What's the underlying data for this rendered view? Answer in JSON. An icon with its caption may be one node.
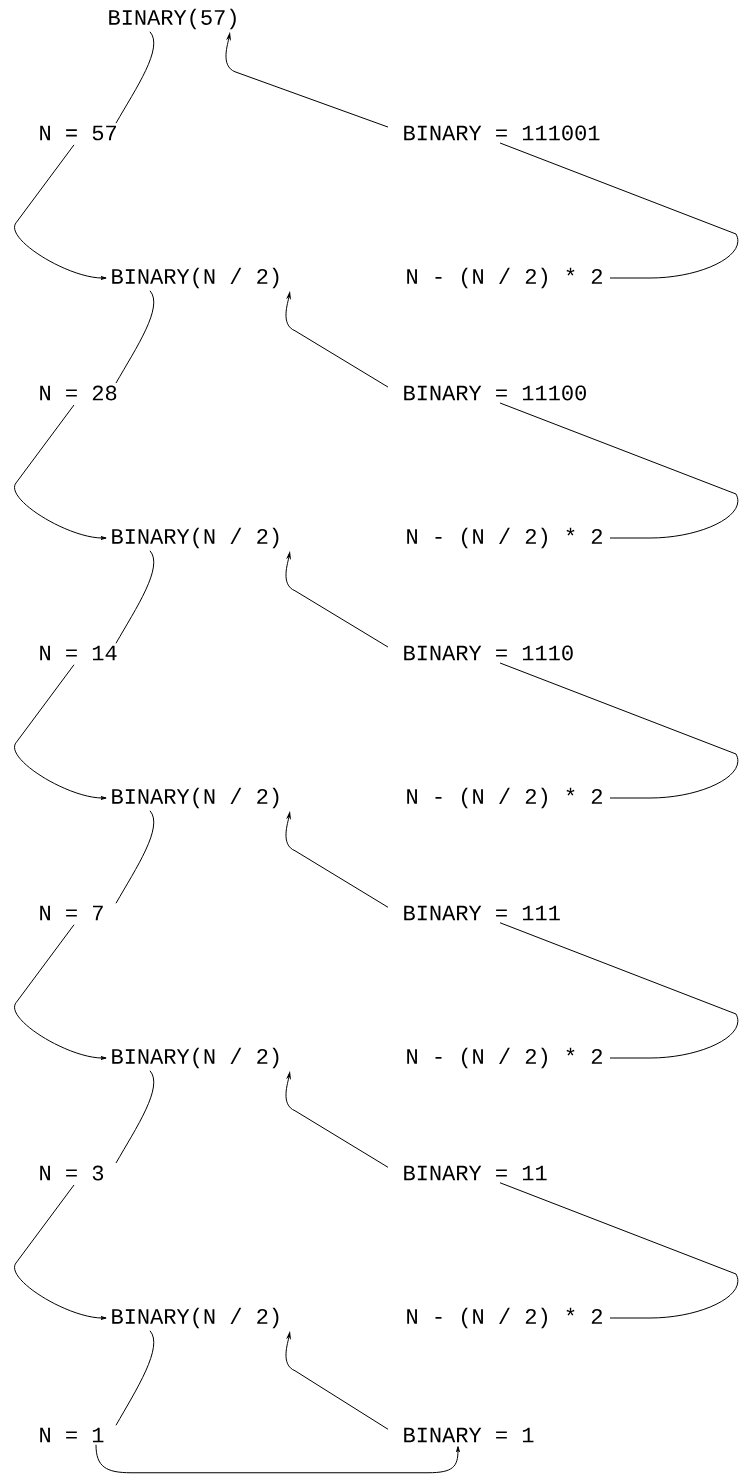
{
  "diagram": {
    "nodes": [
      {
        "text": [
          "BINARY(57)"
        ]
      },
      {
        "text": [
          "N = 57"
        ]
      },
      {
        "text": [
          "BINARY = 111001"
        ]
      },
      {
        "text": [
          "BINARY(N / 2)"
        ]
      },
      {
        "text": [
          "N - (N / 2) * 2"
        ]
      },
      {
        "text": [
          "N = 28"
        ]
      },
      {
        "text": [
          "BINARY = 11100"
        ]
      },
      {
        "text": [
          "BINARY(N / 2)"
        ]
      },
      {
        "text": [
          "N - (N / 2) * 2"
        ]
      },
      {
        "text": [
          "N = 14"
        ]
      },
      {
        "text": [
          "BINARY = 1110"
        ]
      },
      {
        "text": [
          "BINARY(N / 2)"
        ]
      },
      {
        "text": [
          "N - (N / 2) * 2"
        ]
      },
      {
        "text": [
          "N = 7"
        ]
      },
      {
        "text": [
          "BINARY = 111"
        ]
      },
      {
        "text": [
          "BINARY(N / 2)"
        ]
      },
      {
        "text": [
          "N - (N / 2) * 2"
        ]
      },
      {
        "text": [
          "N = 3"
        ]
      },
      {
        "text": [
          "BINARY = 11"
        ]
      },
      {
        "text": [
          "BINARY(N / 2)"
        ]
      },
      {
        "text": [
          "N - (N / 2) * 2"
        ]
      },
      {
        "text": [
          "N = 1"
        ]
      },
      {
        "text": [
          "BINARY = 1"
        ]
      }
    ],
    "edges": [
      {
        "from": 0,
        "to": 1,
        "arrow": "none"
      },
      {
        "from": 2,
        "to": 0,
        "arrow": "to"
      },
      {
        "from": 1,
        "to": 3,
        "arrow": "to"
      },
      {
        "from": 4,
        "to": 2,
        "arrow": "none"
      },
      {
        "from": 3,
        "to": 5,
        "arrow": "none"
      },
      {
        "from": 6,
        "to": 3,
        "arrow": "to"
      },
      {
        "from": 5,
        "to": 7,
        "arrow": "to"
      },
      {
        "from": 8,
        "to": 6,
        "arrow": "none"
      },
      {
        "from": 7,
        "to": 9,
        "arrow": "none"
      },
      {
        "from": 10,
        "to": 7,
        "arrow": "to"
      },
      {
        "from": 9,
        "to": 11,
        "arrow": "to"
      },
      {
        "from": 12,
        "to": 10,
        "arrow": "none"
      },
      {
        "from": 11,
        "to": 13,
        "arrow": "none"
      },
      {
        "from": 14,
        "to": 11,
        "arrow": "to"
      },
      {
        "from": 13,
        "to": 15,
        "arrow": "to"
      },
      {
        "from": 16,
        "to": 14,
        "arrow": "none"
      },
      {
        "from": 15,
        "to": 17,
        "arrow": "none"
      },
      {
        "from": 18,
        "to": 15,
        "arrow": "to"
      },
      {
        "from": 17,
        "to": 19,
        "arrow": "to"
      },
      {
        "from": 20,
        "to": 18,
        "arrow": "none"
      },
      {
        "from": 19,
        "to": 21,
        "arrow": "none"
      },
      {
        "from": 22,
        "to": 19,
        "arrow": "to"
      },
      {
        "from": 21,
        "to": 22,
        "arrow": "to"
      }
    ]
  }
}
